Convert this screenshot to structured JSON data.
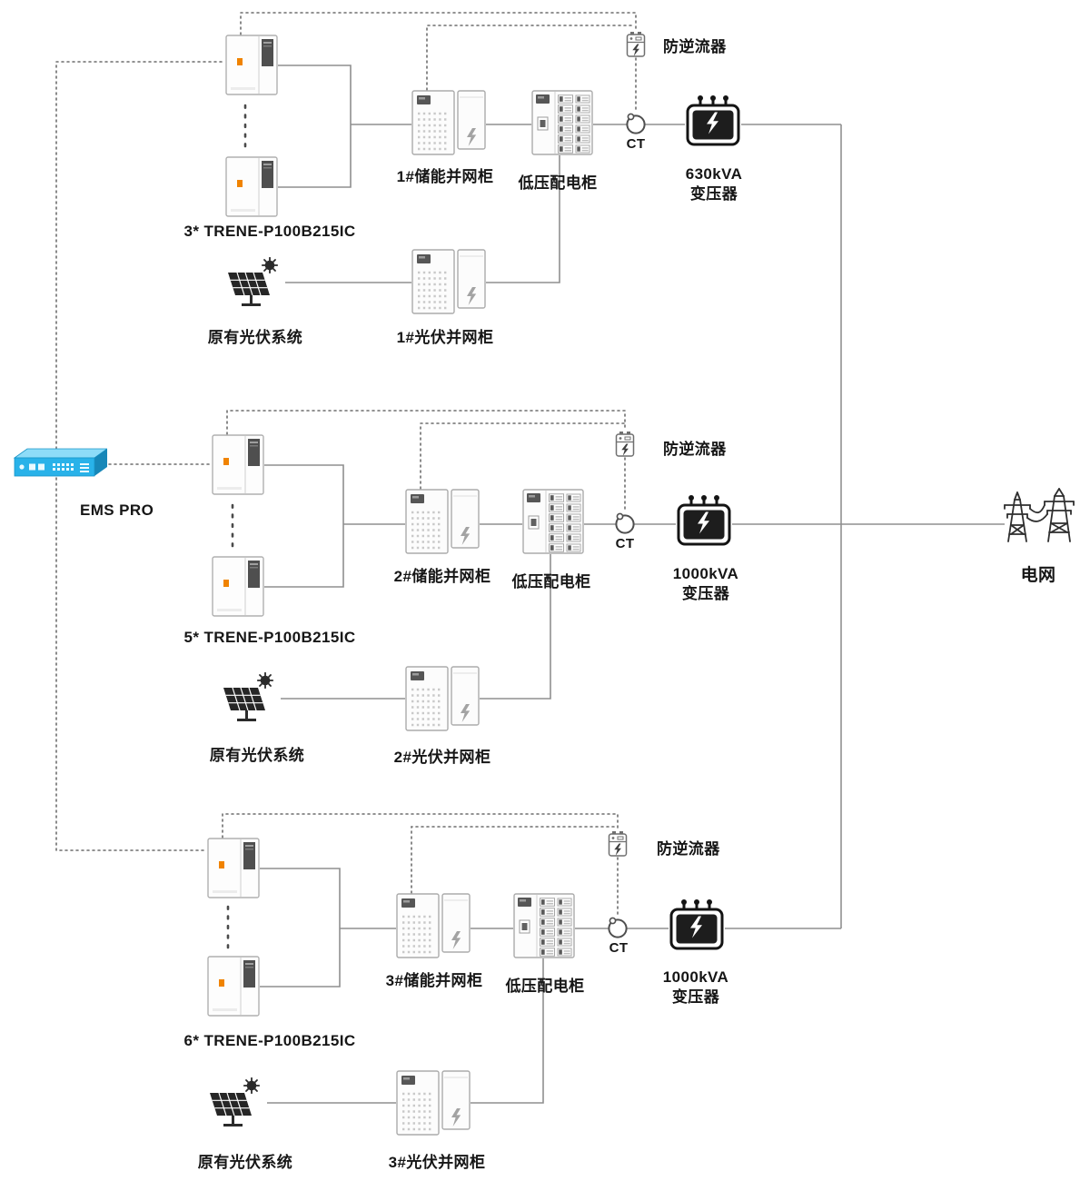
{
  "ems": {
    "label": "EMS PRO"
  },
  "grid": {
    "label": "电网"
  },
  "sections": [
    {
      "battery_label": "3* TRENE-P100B215IC",
      "pv_system_label": "原有光伏系统",
      "storage_cabinet_label": "1#储能并网柜",
      "lv_cabinet_label": "低压配电柜",
      "pv_cabinet_label": "1#光伏并网柜",
      "anti_backflow_label": "防逆流器",
      "ct_label": "CT",
      "transformer_capacity": "630kVA",
      "transformer_type": "变压器"
    },
    {
      "battery_label": "5* TRENE-P100B215IC",
      "pv_system_label": "原有光伏系统",
      "storage_cabinet_label": "2#储能并网柜",
      "lv_cabinet_label": "低压配电柜",
      "pv_cabinet_label": "2#光伏并网柜",
      "anti_backflow_label": "防逆流器",
      "ct_label": "CT",
      "transformer_capacity": "1000kVA",
      "transformer_type": "变压器"
    },
    {
      "battery_label": "6* TRENE-P100B215IC",
      "pv_system_label": "原有光伏系统",
      "storage_cabinet_label": "3#储能并网柜",
      "lv_cabinet_label": "低压配电柜",
      "pv_cabinet_label": "3#光伏并网柜",
      "anti_backflow_label": "防逆流器",
      "ct_label": "CT",
      "transformer_capacity": "1000kVA",
      "transformer_type": "变压器"
    }
  ],
  "colors": {
    "ems_blue": "#29b2e9",
    "accent_orange": "#f08300",
    "power_line_gray": "#8f8f8f",
    "comm_line_gray": "#6e6e6e",
    "text_dark": "#161616"
  }
}
